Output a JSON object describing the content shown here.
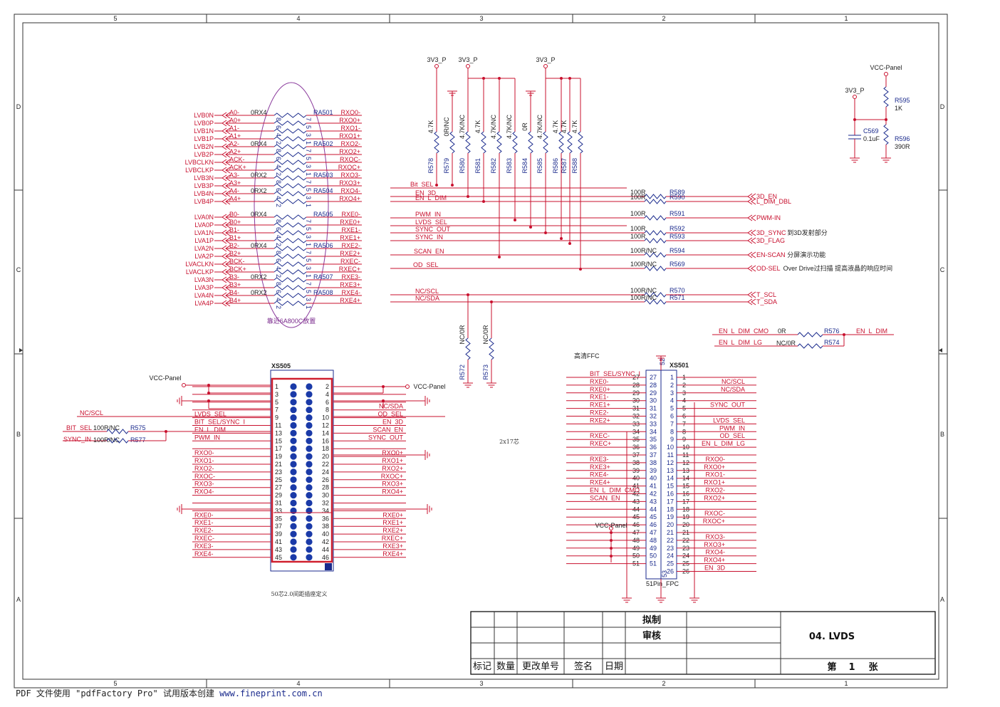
{
  "frame": {
    "col_labels": [
      "5",
      "4",
      "3",
      "2",
      "1"
    ],
    "row_labels": [
      "D",
      "C",
      "B",
      "A"
    ]
  },
  "power": {
    "p3v3_a": "3V3_P",
    "p3v3_b": "3V3_P",
    "p3v3_c": "3V3_P",
    "p3v3_d": "3V3_P",
    "vcc_panel_top": "VCC-Panel",
    "vcc_panel_left": "VCC-Panel",
    "vcc_panel_right": "VCC-Panel",
    "vcc_panel_ffc": "VCC-Panel"
  },
  "left_nets_b": [
    "LVB0N",
    "LVB0P",
    "LVB1N",
    "LVB1P",
    "LVB2N",
    "LVB2P",
    "LVBCLKN",
    "LVBCLKP",
    "LVB3N",
    "LVB3P",
    "LVB4N",
    "LVB4P"
  ],
  "left_nets_a": [
    "LVA0N",
    "LVA0P",
    "LVA1N",
    "LVA1P",
    "LVA2N",
    "LVA2P",
    "LVACLKN",
    "LVACLKP",
    "LVA3N",
    "LVA3P",
    "LVA4N",
    "LVA4P"
  ],
  "in_sig_b": [
    "A0-",
    "A0+",
    "A1-",
    "A1+",
    "A2-",
    "A2+",
    "ACK-",
    "ACK+",
    "A3-",
    "A3+",
    "A4-",
    "A4+"
  ],
  "in_sig_a": [
    "B0-",
    "B0+",
    "B1-",
    "B1+",
    "B2-",
    "B2+",
    "BCK-",
    "BCK+",
    "B3-",
    "B3+",
    "B4-",
    "B4+"
  ],
  "out_sig_b": [
    "RXO0-",
    "RXO0+",
    "RXO1-",
    "RXO1+",
    "RXO2-",
    "RXO2+",
    "RXOC-",
    "RXOC+",
    "RXO3-",
    "RXO3+",
    "RXO4-",
    "RXO4+"
  ],
  "out_sig_a": [
    "RXE0-",
    "RXE0+",
    "RXE1-",
    "RXE1+",
    "RXE2-",
    "RXE2+",
    "RXEC-",
    "RXEC+",
    "RXE3-",
    "RXE3+",
    "RXE4-",
    "RXE4+"
  ],
  "res_arrays": [
    {
      "ref": "RA501",
      "val": "0RX4"
    },
    {
      "ref": "RA502",
      "val": "0RX4"
    },
    {
      "ref": "RA503",
      "val": "0RX2"
    },
    {
      "ref": "RA504",
      "val": "0RX2"
    },
    {
      "ref": "RA505",
      "val": "0RX4"
    },
    {
      "ref": "RA506",
      "val": "0RX4"
    },
    {
      "ref": "RA507",
      "val": "0RX2"
    },
    {
      "ref": "RA508",
      "val": "0RX2"
    }
  ],
  "ellipse_note": "靠近6A800C放置",
  "pullups": [
    {
      "ref": "R578",
      "val": "4.7K"
    },
    {
      "ref": "R579",
      "val": "0R/NC"
    },
    {
      "ref": "R580",
      "val": "4.7K/NC"
    },
    {
      "ref": "R581",
      "val": "4.7K"
    },
    {
      "ref": "R582",
      "val": "4.7K/NC"
    },
    {
      "ref": "R583",
      "val": "4.7K/NC"
    },
    {
      "ref": "R584",
      "val": "0R"
    },
    {
      "ref": "R585",
      "val": "4.7K/NC"
    },
    {
      "ref": "R586",
      "val": "4.7K"
    },
    {
      "ref": "R587",
      "val": "4.7K"
    },
    {
      "ref": "R588",
      "val": "4.7K"
    }
  ],
  "ctrl_nets": [
    "Bit_SEL",
    "EN_3D",
    "EN_L_DIM",
    "PWM_IN",
    "LVDS_SEL",
    "SYNC_OUT",
    "SYNC_IN",
    "SCAN_EN",
    "OD_SEL",
    "NC/SCL",
    "NC/SDA"
  ],
  "series_res": [
    {
      "val": "100R",
      "ref": "R589",
      "out": "3D_EN",
      "note": ""
    },
    {
      "val": "100R",
      "ref": "R590",
      "out": "L_DIM_DBL",
      "note": ""
    },
    {
      "val": "100R",
      "ref": "R591",
      "out": "PWM-IN",
      "note": ""
    },
    {
      "val": "100R",
      "ref": "R592",
      "out": "3D_SYNC",
      "note": "到3D发射部分"
    },
    {
      "val": "100R",
      "ref": "R593",
      "out": "3D_FLAG",
      "note": ""
    },
    {
      "val": "100R/NC",
      "ref": "R594",
      "out": "EN-SCAN",
      "note": "分屏演示功能"
    },
    {
      "val": "100R/NC",
      "ref": "R569",
      "out": "OD-SEL",
      "note": "Over Drive过扫描 提高液晶的响应时间"
    },
    {
      "val": "100R/NC",
      "ref": "R570",
      "out": "T_SCL",
      "note": ""
    },
    {
      "val": "100R/NC",
      "ref": "R571",
      "out": "T_SDA",
      "note": ""
    }
  ],
  "i2c_res": [
    {
      "ref": "R572",
      "val": "NC/0R"
    },
    {
      "ref": "R573",
      "val": "NC/0R"
    }
  ],
  "top_right": {
    "r595_ref": "R595",
    "r595_val": "1K",
    "r596_ref": "R596",
    "r596_val": "390R",
    "c569_ref": "C569",
    "c569_val": "0.1uF"
  },
  "dim_sel": [
    {
      "net": "EN_L_DIM_CMO",
      "val": "0R",
      "ref": "R576",
      "out": "EN_L_DIM"
    },
    {
      "net": "EN_L_DIM_LG",
      "val": "NC/0R",
      "ref": "R574",
      "out": ""
    }
  ],
  "xs505": {
    "ref": "XS505",
    "note": "50芯2.0间距插座定义",
    "left_pins": [
      "1",
      "3",
      "5",
      "7",
      "9",
      "11",
      "13",
      "15",
      "17",
      "19",
      "21",
      "23",
      "25",
      "27",
      "29",
      "31",
      "33",
      "35",
      "37",
      "39",
      "41",
      "43",
      "45"
    ],
    "right_pins": [
      "2",
      "4",
      "6",
      "8",
      "10",
      "12",
      "14",
      "16",
      "18",
      "20",
      "22",
      "24",
      "26",
      "28",
      "30",
      "32",
      "34",
      "36",
      "38",
      "40",
      "42",
      "44",
      "46"
    ],
    "left_nets": [
      "",
      "",
      "",
      "",
      "LVDS_SEL",
      "BIT_SEL/SYNC_I",
      "EN_L_DIM",
      "PWM_IN",
      "",
      "RXO0-",
      "RXO1-",
      "RXO2-",
      "RXOC-",
      "RXO3-",
      "RXO4-",
      "",
      "",
      "RXE0-",
      "RXE1-",
      "RXE2-",
      "RXEC-",
      "RXE3-",
      "RXE4-"
    ],
    "right_nets": [
      "",
      "",
      "",
      "NC/SDA",
      "OD_SEL",
      "EN_3D",
      "SCAN_EN",
      "SYNC_OUT",
      "",
      "RXO0+",
      "RXO1+",
      "RXO2+",
      "RXOC+",
      "RXO3+",
      "RXO4+",
      "",
      "",
      "RXE0+",
      "RXE1+",
      "RXE2+",
      "RXEC+",
      "RXE3+",
      "RXE4+"
    ],
    "nc_scl": "NC/SCL",
    "bit_sel": "BIT_SEL",
    "r575_val": "100R/NC",
    "r575_ref": "R575",
    "sync_in": "SYNC_IN",
    "r577_val": "100R/NC",
    "r577_ref": "R577"
  },
  "mid_note": "2x17芯",
  "ffc": {
    "title": "高清FFC",
    "ref": "XS501",
    "label": "51Pin_FPC",
    "top_pin": "52",
    "bot_pin": "53",
    "left_outer": [
      "27",
      "28",
      "29",
      "30",
      "31",
      "32",
      "33",
      "34",
      "35",
      "36",
      "37",
      "38",
      "39",
      "40",
      "41",
      "42",
      "43",
      "44",
      "45",
      "46",
      "47",
      "48",
      "49",
      "50",
      "51"
    ],
    "left_inner": [
      "27",
      "28",
      "29",
      "30",
      "31",
      "32",
      "33",
      "34",
      "35",
      "36",
      "37",
      "38",
      "39",
      "40",
      "41",
      "42",
      "43",
      "44",
      "45",
      "46",
      "47",
      "48",
      "49",
      "50",
      "51"
    ],
    "right_inner": [
      "1",
      "2",
      "3",
      "4",
      "5",
      "6",
      "7",
      "8",
      "9",
      "10",
      "11",
      "12",
      "13",
      "14",
      "15",
      "16",
      "17",
      "18",
      "19",
      "20",
      "21",
      "22",
      "23",
      "24",
      "25",
      "26"
    ],
    "right_outer": [
      "1",
      "2",
      "3",
      "4",
      "5",
      "6",
      "7",
      "8",
      "9",
      "10",
      "11",
      "12",
      "13",
      "14",
      "15",
      "16",
      "17",
      "18",
      "19",
      "20",
      "21",
      "22",
      "23",
      "24",
      "25",
      "26"
    ],
    "left_nets": [
      "BIT_SEL/SYNC_I",
      "RXE0-",
      "RXE0+",
      "RXE1-",
      "RXE1+",
      "RXE2-",
      "RXE2+",
      "",
      "RXEC-",
      "RXEC+",
      "",
      "RXE3-",
      "RXE3+",
      "RXE4-",
      "RXE4+",
      "EN_L_DIM_CMO",
      "SCAN_EN",
      "",
      "",
      "",
      "",
      "",
      "",
      "",
      ""
    ],
    "right_nets": [
      "",
      "NC/SCL",
      "NC/SDA",
      "",
      "SYNC_OUT",
      "",
      "LVDS_SEL",
      "PWM_IN",
      "OD_SEL",
      "EN_L_DIM_LG",
      "",
      "RXO0-",
      "RXO0+",
      "RXO1-",
      "RXO1+",
      "RXO2-",
      "RXO2+",
      "",
      "RXOC-",
      "RXOC+",
      "",
      "RXO3-",
      "RXO3+",
      "RXO4-",
      "RXO4+",
      "EN_3D"
    ]
  },
  "title_block": {
    "drawn": "拟制",
    "check": "审核",
    "title": "04. LVDS",
    "c1": "标记",
    "c2": "数量",
    "c3": "更改单号",
    "c4": "签名",
    "c5": "日期",
    "sheet_pre": "第",
    "sheet_no": "1",
    "sheet_post": "张"
  },
  "footer": {
    "text": "PDF 文件使用 \"pdfFactory Pro\" 试用版本创建 ",
    "link": "www.fineprint.com.cn"
  }
}
